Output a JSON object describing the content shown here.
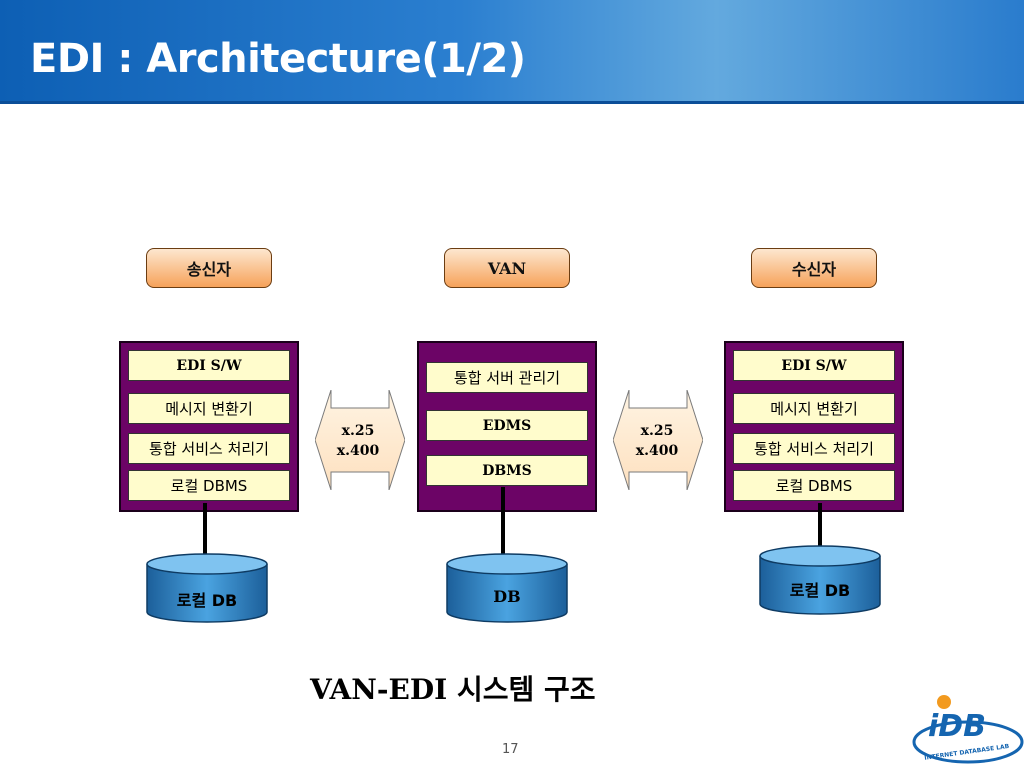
{
  "slide": {
    "title": "EDI : Architecture(1/2)",
    "caption": "VAN-EDI 시스템 구조",
    "page_number": "17",
    "logo_text": "iDB",
    "logo_subtext": "INTERNET DATABASE LAB"
  },
  "roles": {
    "sender": "송신자",
    "van": "VAN",
    "receiver": "수신자"
  },
  "sender_stack": [
    "EDI S/W",
    "메시지 변환기",
    "통합 서비스 처리기",
    "로컬 DBMS"
  ],
  "van_stack": [
    "통합 서버 관리기",
    "EDMS",
    "DBMS"
  ],
  "receiver_stack": [
    "EDI S/W",
    "메시지 변환기",
    "통합 서비스 처리기",
    "로컬 DBMS"
  ],
  "links": {
    "left": [
      "x.25",
      "x.400"
    ],
    "right": [
      "x.25",
      "x.400"
    ]
  },
  "databases": {
    "sender": "로컬 DB",
    "van": "DB",
    "receiver": "로컬 DB"
  },
  "colors": {
    "header_blue": "#1a6fc4",
    "panel_purple": "#6c0466",
    "cell_fill": "#fffccc",
    "role_orange": "#f6a25a",
    "db_blue": "#2f86c8"
  }
}
